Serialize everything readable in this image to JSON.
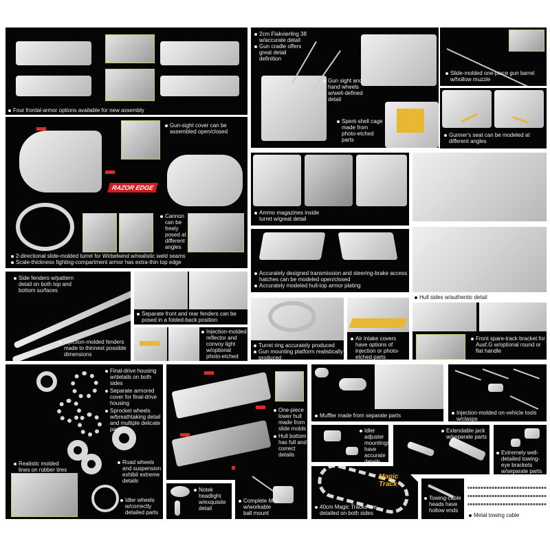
{
  "logos": {
    "razor_edge": "RAZOR EDGE",
    "magic_track": "Magic Track"
  },
  "panels": {
    "frontal_armor": [
      "Four frontal-armor options available for new assembly"
    ],
    "turret": [
      "2-directional slide-molded turret for Wirbelwind w/realistic weld seams",
      "Scale-thickness fighting-compartment armor has extra-thin top edge"
    ],
    "gun_sight_cover": [
      "Gun-sight cover can be assembled open/closed"
    ],
    "cannon": [
      "Cannon can be freely posed at different angles"
    ],
    "flak": [
      "2cm Flakvierling 38 w/accurate detail",
      "Gun cradle offers great detail definition"
    ],
    "gun_sight": [
      "Gun sight and hand wheels w/well-defined detail"
    ],
    "spent_shell": [
      "Spent-shell cage made from photo-etched parts"
    ],
    "barrel": [
      "Slide-molded one-piece gun barrel w/hollow muzzle"
    ],
    "gunner_seat": [
      "Gunner's seat can be modeled at different angles"
    ],
    "ammo": [
      "Ammo magazines inside turret w/great detail"
    ],
    "transmission": [
      "Accurately designed transmission and steering-brake access hatches can be modeled open/closed",
      "Accurately modeled hull-top armor plating"
    ],
    "hull_sides": [
      "Hull sides w/authentic detail"
    ],
    "turret_ring": [
      "Turret ring accurately produced",
      "Gun mounting platform realistically produced"
    ],
    "air_intake": [
      "Air intake covers have options of injection or photo-etched parts"
    ],
    "spare_track": [
      "Front spare-track bracket for Ausf.G w/optional round or flat handle"
    ],
    "side_fenders": [
      "Side fenders w/pattern detail on both top and bottom surfaces"
    ],
    "thin_fenders": [
      "Injection-molded fenders made to thinnest possible dimensions"
    ],
    "folded_fenders": [
      "Separate front and rear fenders can be posed in a folded-back position"
    ],
    "reflector": [
      "Injection-molded reflector and convoy light w/optional photo-etched parts"
    ],
    "final_drive": [
      "Final-drive housing w/details on both sides",
      "Separate armored cover for final-drive housing",
      "Sprocket wheels w/breathtaking detail and multiple delicate parts"
    ],
    "rubber_tires": [
      "Realistic molded lines on rubber tires"
    ],
    "road_wheels": [
      "Road wheels and suspension exhibit extreme details"
    ],
    "idler_wheels": [
      "Idler wheels w/correctly detailed parts"
    ],
    "lower_hull": [
      "One-piece lower hull made from slide molds",
      "Hull bottom has full and correct details"
    ],
    "notek": [
      "Notek headlight w/exquisite detail"
    ],
    "mg": [
      "Complete MG w/workable ball mount"
    ],
    "muffler": [
      "Muffler made from separate parts"
    ],
    "tools": [
      "Injection-molded on-vehicle tools w/clasps"
    ],
    "idler_adjuster": [
      "Idler adjuster mountings have accurate details"
    ],
    "jack": [
      "Extendable jack w/separate parts"
    ],
    "towing_eye": [
      "Extremely well-detailed towing-eye brackets w/separate parts"
    ],
    "tracks": [
      "40cm Magic Tracks are detailed on both sides"
    ],
    "cable_heads": [
      "Towing-cable heads have hollow ends"
    ],
    "metal_cable": [
      "Metal towing cable"
    ]
  }
}
